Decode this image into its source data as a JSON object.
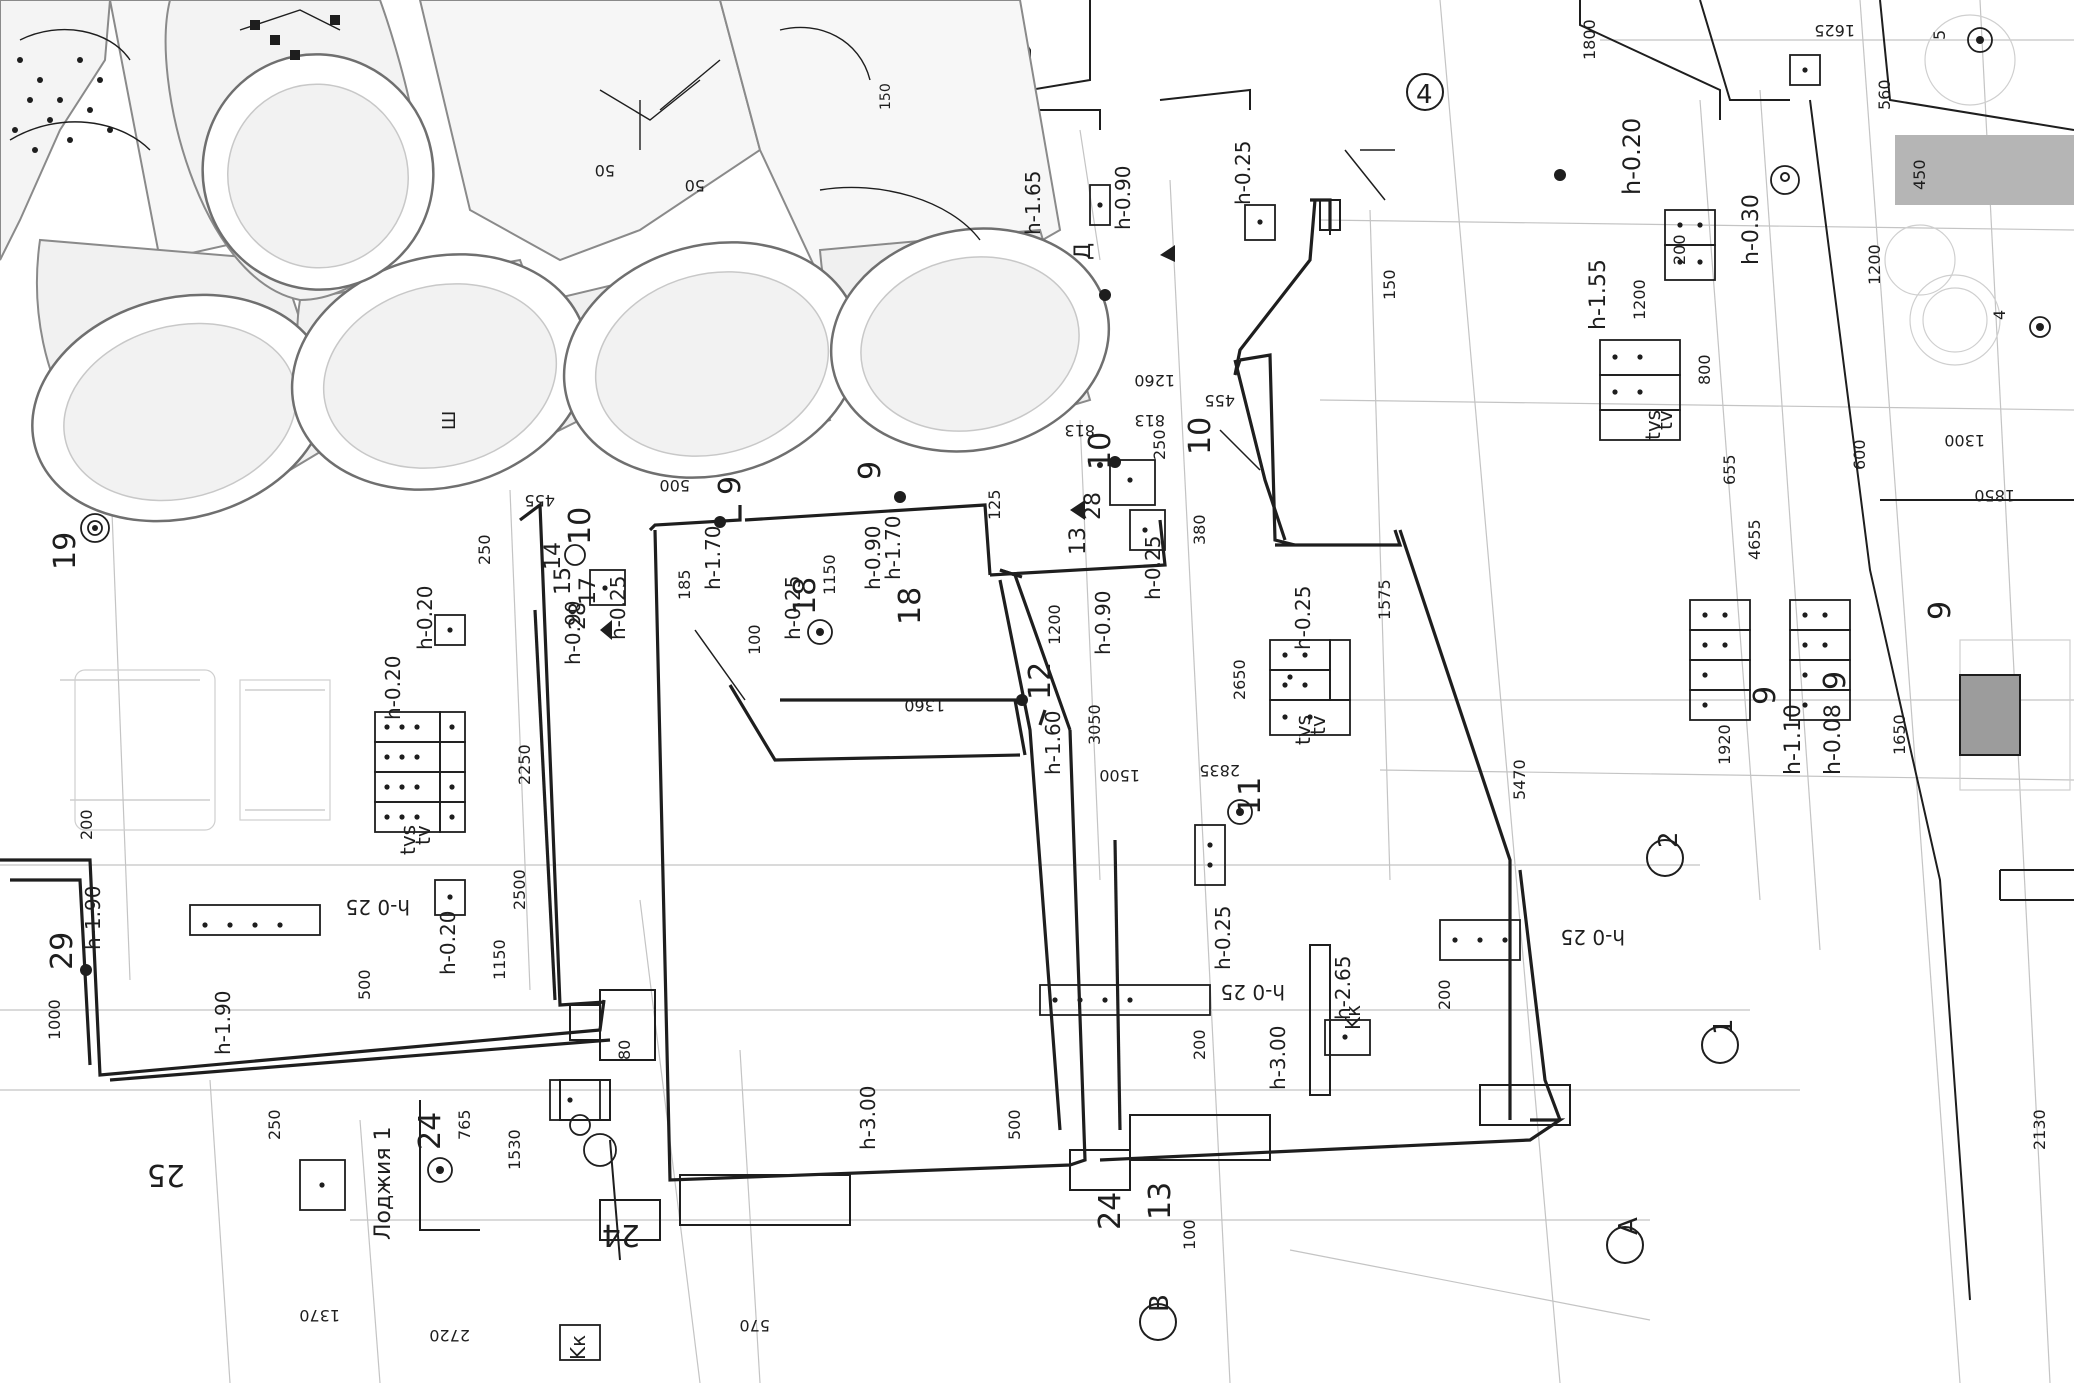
{
  "colors": {
    "paper": "#ffffff",
    "ink": "#1e1e1e",
    "faint": "#bdbdbd",
    "roll_shadow": "#d9d9d9",
    "hatch": "#a7a7a7"
  },
  "labels": {
    "h_020_top": "h-0.20",
    "h_155": "h-1.55",
    "h_030": "h-0.30",
    "tvs_top": "tvs",
    "tv_top": "tv",
    "h_165": "h-1.65",
    "h_090_top": "h-0.90",
    "h_025_top": "h-0.25",
    "h_170_a": "h-1.70",
    "h_170_b": "h-1.70",
    "h_025_b": "h-0.25",
    "h_090_b": "h-0.90",
    "h_025_c": "h-0.25",
    "h_090_c": "h-0.90",
    "h_025_d": "h-0.25",
    "h_090_d": "h-0.90",
    "h_160": "h-1.60",
    "h_025_e": "h-0.25",
    "h_020_a": "h-0.20",
    "h_020_b": "h-0.20",
    "h_025_f": "h-0 25",
    "h_020_c": "h-0.20",
    "h_190_a": "h-1.90",
    "h_190_b": "h-1.90",
    "h_025_g": "h-0.25",
    "h_025_h": "h-0 25",
    "h_265": "h-2.65",
    "h_300_a": "h-3.00",
    "h_300_b": "h-3.00",
    "h_110": "h-1.10",
    "h_008": "h-0.08",
    "h_025_i": "h-0 25",
    "tvs_mid": "tvs",
    "tv_mid": "tv",
    "tvs_left": "tvs",
    "tv_left": "tv",
    "loggia": "Лоджия 1",
    "kk_a": "Kк",
    "kk_b": "Kк",
    "d1260": "1260",
    "d455a": "455",
    "d813a": "813",
    "d813b": "813",
    "d250a": "250",
    "d380": "380",
    "d150": "150",
    "d1575": "1575",
    "d1200a": "1200",
    "d2650": "2650",
    "d3050": "3050",
    "d1500": "1500",
    "d2835": "2835",
    "d5470": "5470",
    "d455b": "455",
    "d500a": "500",
    "d125": "125",
    "d185": "185",
    "d100a": "100",
    "d1150a": "1150",
    "d1360": "1360",
    "d250b": "250",
    "d2250": "2250",
    "d2500": "2500",
    "d1150b": "1150",
    "d500b": "500",
    "d200a": "200",
    "d1000": "1000",
    "d765": "765",
    "d1530": "1530",
    "d250c": "250",
    "d80": "80",
    "d2720": "2720",
    "d1370": "1370",
    "d570": "570",
    "d500c": "500",
    "d200b": "200",
    "d100b": "100",
    "d200c": "200",
    "d1800": "1800",
    "d1200b": "1200",
    "d200d": "200",
    "d800": "800",
    "d655": "655",
    "d4655": "4655",
    "d600": "600",
    "d1920": "1920",
    "d1650": "1650",
    "d1300": "1300",
    "d1850": "1850",
    "d1200c": "1200",
    "d560": "560",
    "d450": "450",
    "d1625": "1625",
    "d2130": "2130",
    "d50a": "50",
    "d50b": "50",
    "n19": "19",
    "n29": "29",
    "n24a": "24",
    "n24b": "24",
    "n24c": "24",
    "n25": "25",
    "n13": "13",
    "n18a": "18",
    "n18b": "18",
    "n12": "12",
    "n11": "11",
    "n10a": "10",
    "n10b": "10",
    "n10c": "10",
    "n9a": "9",
    "n9b": "9",
    "n9c": "9",
    "n9d": "9",
    "n9e": "9",
    "n28a": "28",
    "n28b": "28",
    "n15": "15",
    "n14": "14",
    "n17": "17",
    "n13b": "13",
    "n4": "4",
    "n2": "2",
    "n1": "1",
    "nA": "A",
    "nB": "B",
    "nD": "Д",
    "nSh": "Ш",
    "n150": "150",
    "n4b": "4",
    "n5": "5"
  }
}
